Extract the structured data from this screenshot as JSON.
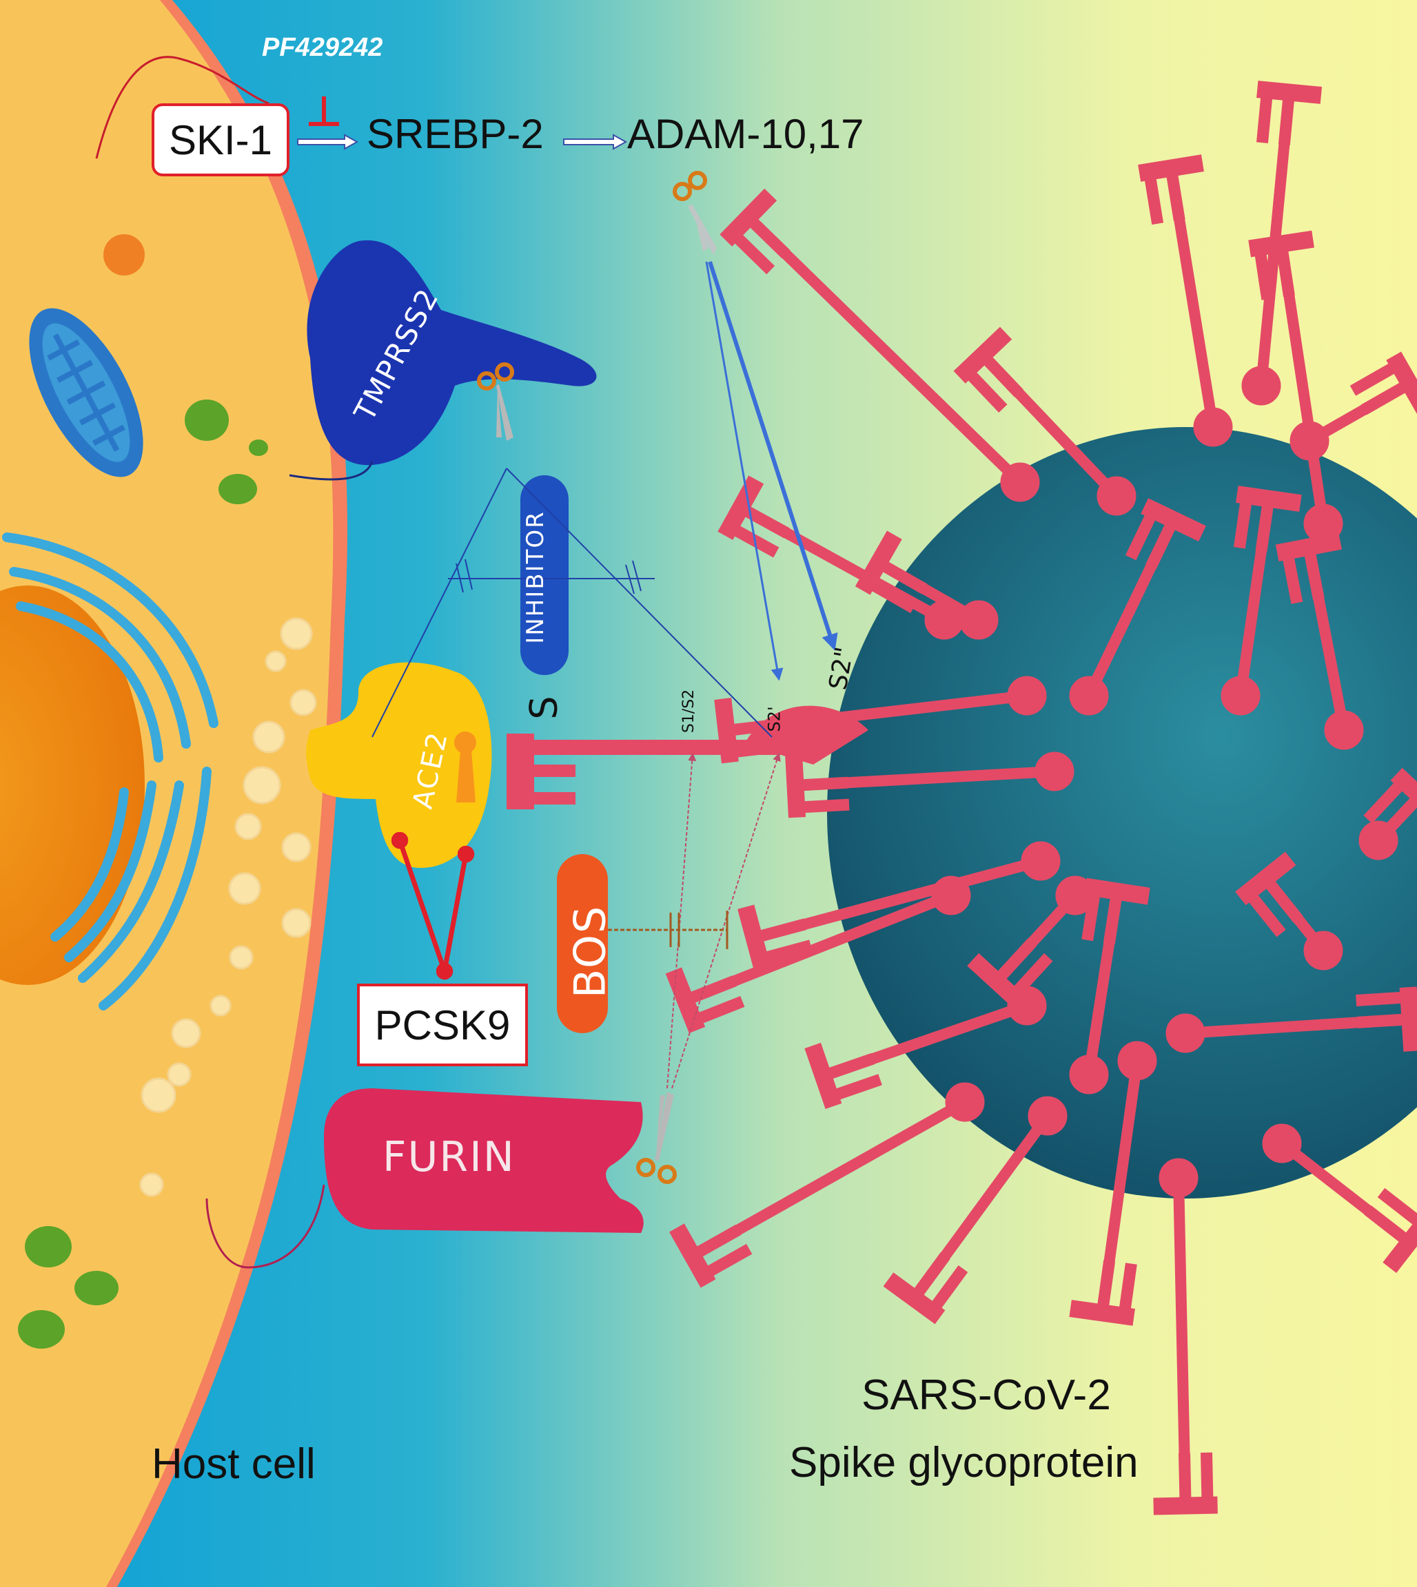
{
  "labels": {
    "inhibitor_drug": "PF429242",
    "ski1": "SKI-1",
    "srebp2": "SREBP-2",
    "adam": "ADAM-10,17",
    "tmprss2": "TMPRSS2",
    "inhibitor": "INHIBITOR",
    "ace2": "ACE2",
    "s_label": "S",
    "s1s2": "S1/S2",
    "s2prime": "S2'",
    "s2dprime": "S2\"",
    "bos": "BOS",
    "pcsk9": "PCSK9",
    "furin": "FURIN",
    "host_cell": "Host cell",
    "virus_line1": "SARS-CoV-2",
    "virus_line2": "Spike glycoprotein"
  },
  "colors": {
    "background_left": "#13a4d4",
    "background_right": "#f7f6a0",
    "cell": "#f8c45a",
    "nucleus": "#ee8410",
    "virus": "#1c6f83",
    "spike": "#e44a66",
    "tmprss2": "#1b35b0",
    "inhibitor": "#1e50c0",
    "ace2": "#fbc70f",
    "bos": "#ee5720",
    "furin": "#dc2a5a",
    "pcsk9_link": "#e0202a"
  }
}
